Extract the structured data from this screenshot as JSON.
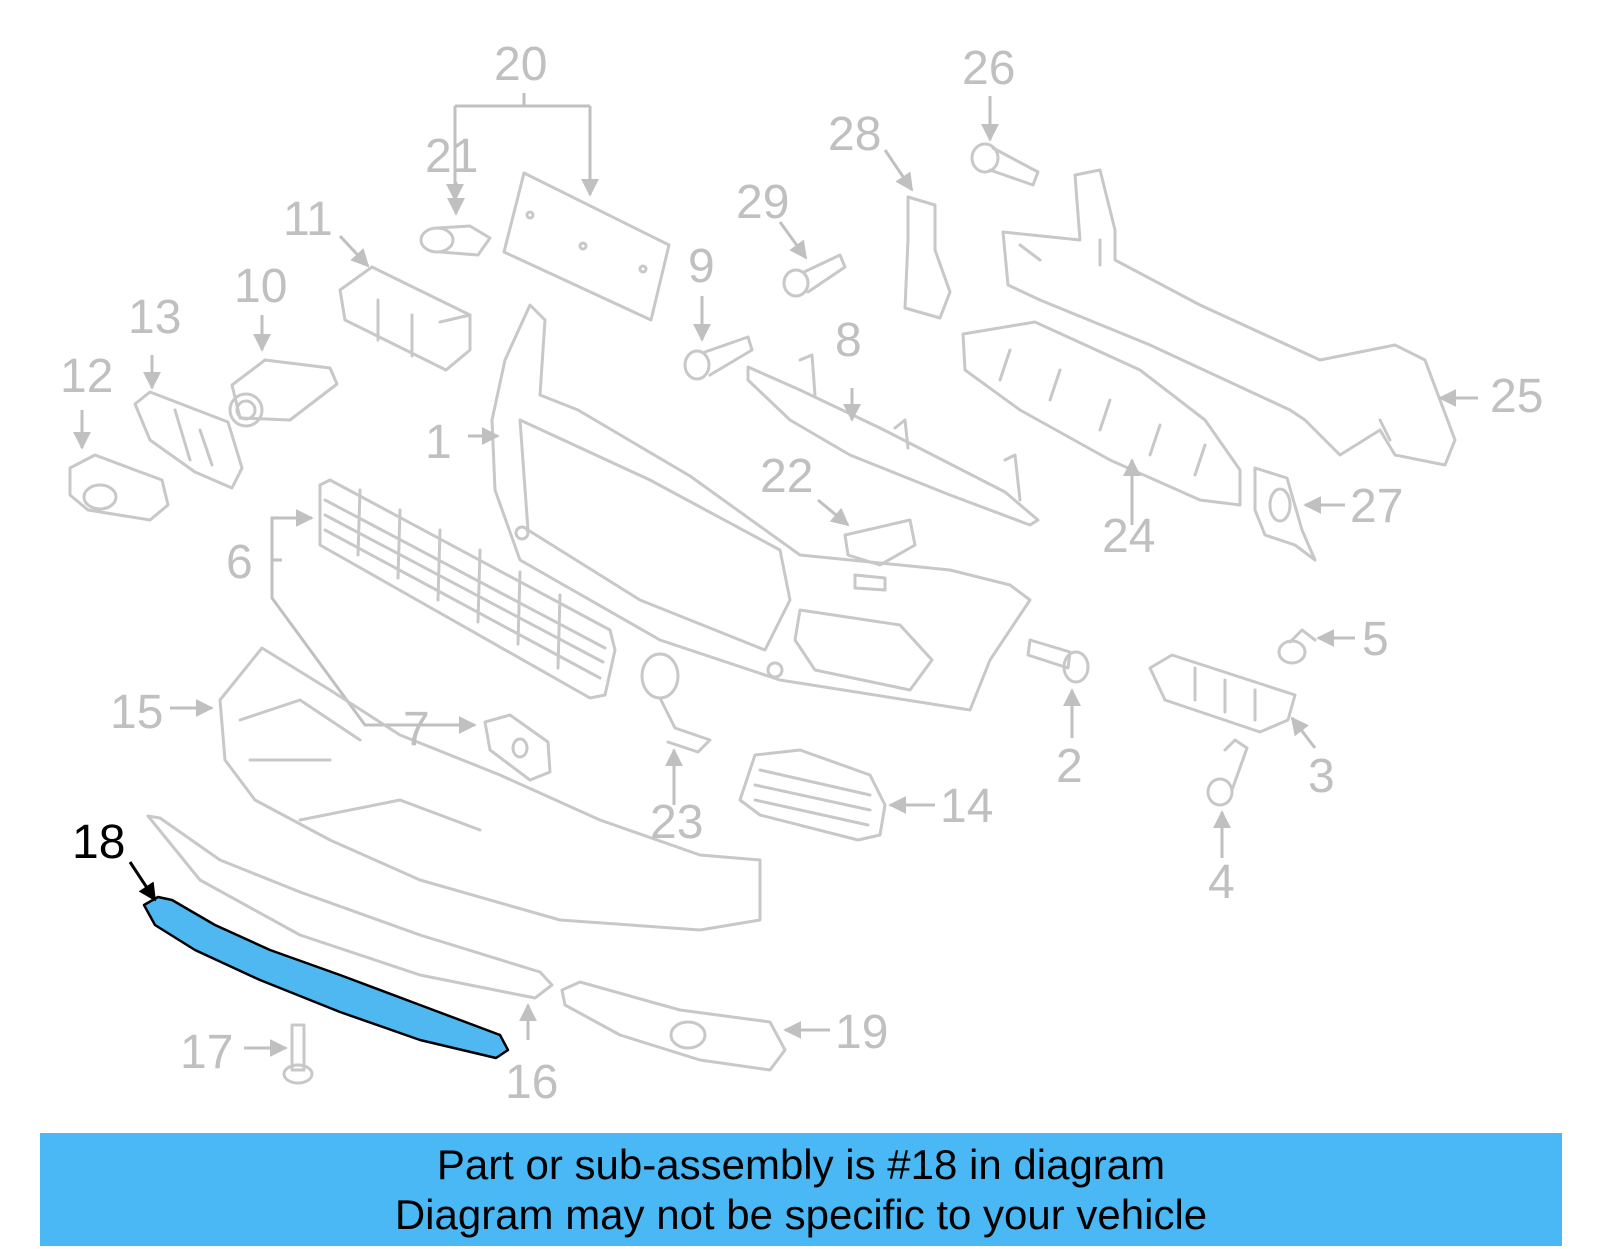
{
  "diagram": {
    "highlighted_callout": "18",
    "highlight_color": "#4ab8f4",
    "part_color": "#c8c8c8",
    "callouts": [
      "1",
      "2",
      "3",
      "4",
      "5",
      "6",
      "7",
      "8",
      "9",
      "10",
      "11",
      "12",
      "13",
      "14",
      "15",
      "16",
      "17",
      "18",
      "19",
      "20",
      "21",
      "22",
      "23",
      "24",
      "25",
      "26",
      "27",
      "28",
      "29"
    ]
  },
  "banner": {
    "line1": "Part or sub-assembly is #18 in diagram",
    "line2": "Diagram may not be specific to your vehicle",
    "color": "#4ab8f4"
  }
}
